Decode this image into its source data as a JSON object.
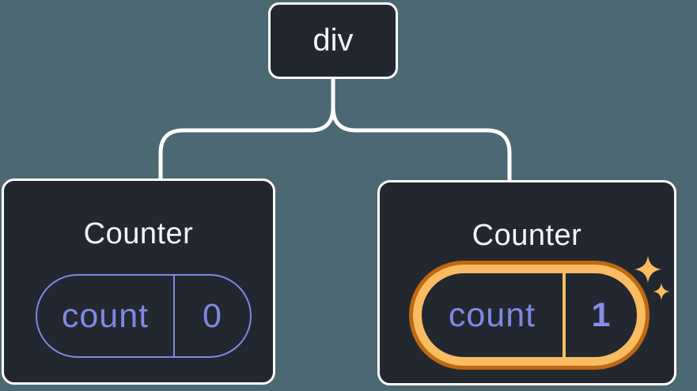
{
  "tree": {
    "root": {
      "label": "div"
    },
    "children": [
      {
        "title": "Counter",
        "state": {
          "key": "count",
          "value": "0"
        },
        "highlighted": false
      },
      {
        "title": "Counter",
        "state": {
          "key": "count",
          "value": "1"
        },
        "highlighted": true
      }
    ]
  },
  "icons": {
    "sparkles": {
      "name": "sparkles-icon",
      "glyph": "✦✦"
    }
  },
  "colors": {
    "background": "#4C6873",
    "node_background": "#23272F",
    "node_border": "#FFFFFF",
    "text_primary": "#F4F5F7",
    "state_accent_purple": "#7E89E4",
    "state_value_purple": "#858EE8",
    "highlight_orange": "#F9BC62",
    "highlight_orange_dark": "#C0690F"
  }
}
